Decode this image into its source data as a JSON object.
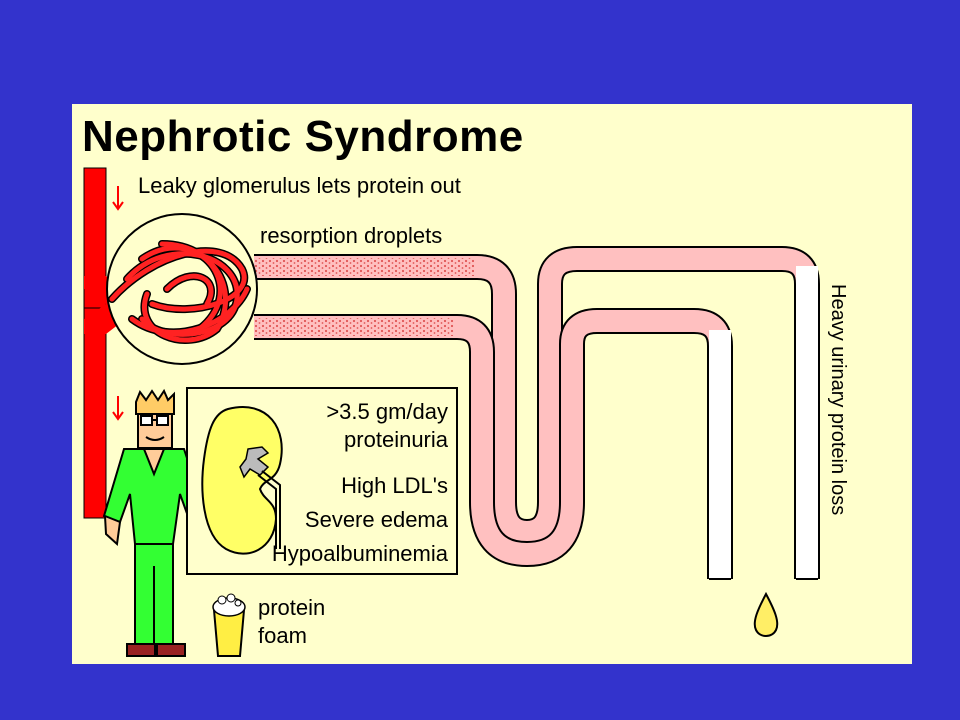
{
  "title": "Nephrotic Syndrome",
  "labels": {
    "leaky_glomerulus": "Leaky glomerulus lets protein out",
    "resorption_droplets": "resorption droplets",
    "urinary_loss": "Heavy urinary protein loss",
    "foam_line1": "protein",
    "foam_line2": "foam"
  },
  "findings": [
    ">3.5 gm/day",
    "proteinuria",
    "High LDL's",
    "Severe edema",
    "Hypoalbuminemia"
  ],
  "colors": {
    "slide_background": "#3333cc",
    "panel_background": "#ffffcc",
    "blood_vessel": "#ff0000",
    "tubule_protein": "#ffc0c0",
    "tubule_clear": "#ffffff",
    "kidney": "#ffff66",
    "scrubs": "#33ff33",
    "skin": "#ffcc99",
    "hair": "#ffcc66",
    "urine": "#ffee66"
  },
  "icons": [
    "down-arrow-icon",
    "person-icon",
    "kidney-icon",
    "foam-cup-icon",
    "urine-drop-icon"
  ]
}
